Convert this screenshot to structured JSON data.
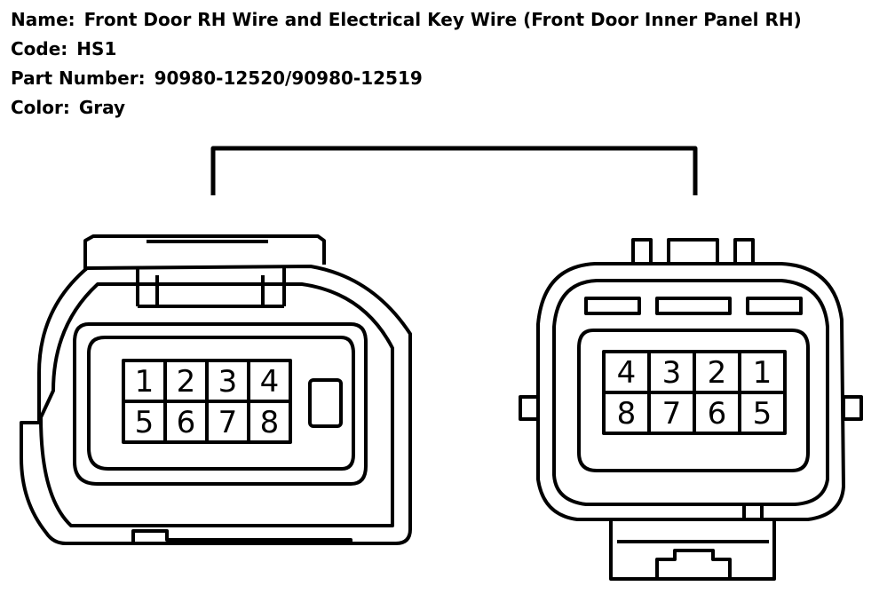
{
  "info": {
    "name_label": "Name:",
    "name_value": "Front Door RH Wire and Electrical Key Wire (Front Door Inner Panel RH)",
    "code_label": "Code:",
    "code_value": "HS1",
    "part_label": "Part Number:",
    "part_value": "90980-12520/90980-12519",
    "color_label": "Color:",
    "color_value": "Gray"
  },
  "connector_left": {
    "pins": [
      "1",
      "2",
      "3",
      "4",
      "5",
      "6",
      "7",
      "8"
    ]
  },
  "connector_right": {
    "pins": [
      "4",
      "3",
      "2",
      "1",
      "8",
      "7",
      "6",
      "5"
    ]
  }
}
